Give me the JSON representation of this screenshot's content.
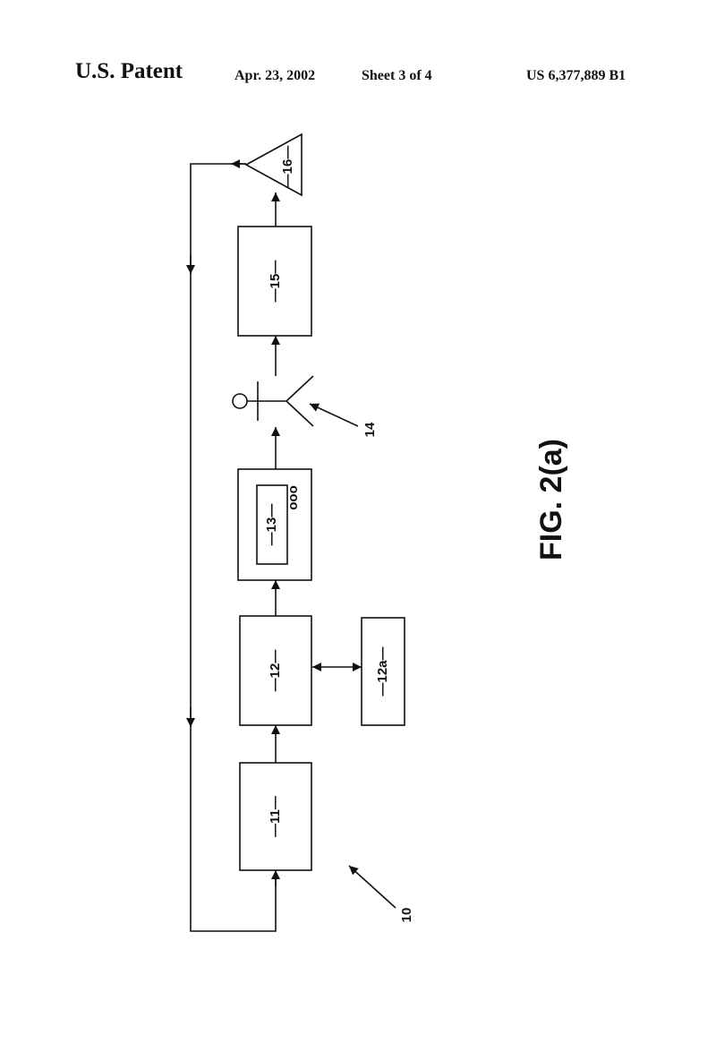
{
  "header": {
    "office": "U.S. Patent",
    "date": "Apr. 23, 2002",
    "sheet": "Sheet 3 of 4",
    "patent_number": "US 6,377,889 B1"
  },
  "diagram": {
    "block_11": "—11—",
    "block_12": "—12—",
    "block_12a": "—12a—",
    "block_13": "—13—",
    "block_13_indicator": "ooo",
    "block_15": "—15—",
    "block_16": "—16—",
    "ref_10": "10",
    "ref_14": "14",
    "figure_label": "FIG. 2(a)"
  },
  "colors": {
    "ink": "#111111",
    "paper": "#ffffff"
  }
}
